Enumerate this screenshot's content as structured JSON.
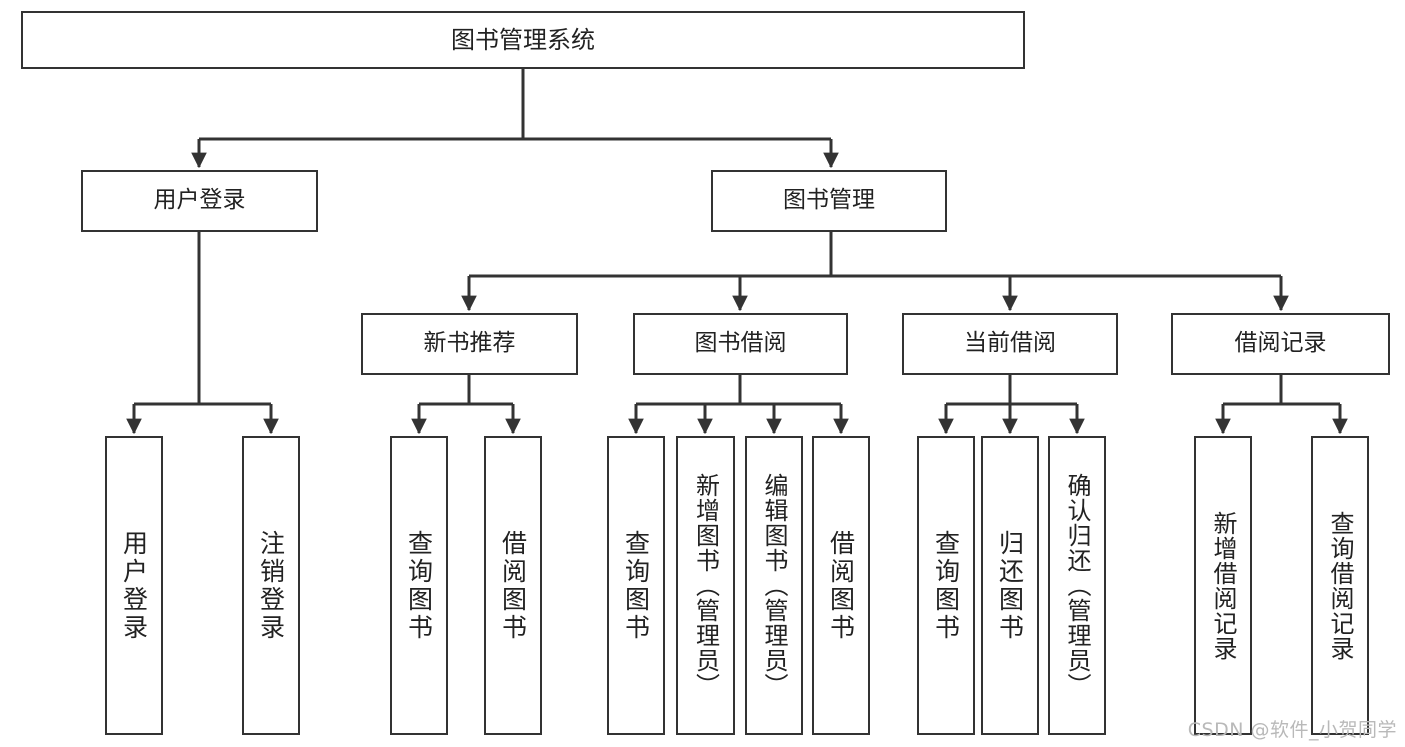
{
  "diagram": {
    "type": "tree-hierarchy",
    "title": "图书管理系统",
    "watermark": "CSDN @软件_小贺同学",
    "colors": {
      "box_border": "#333333",
      "box_fill": "#ffffff",
      "connector": "#333333",
      "text": "#222222",
      "watermark": "#b9b9b9"
    },
    "nodes": {
      "root": "图书管理系统",
      "level2": [
        "用户登录",
        "图书管理"
      ],
      "level3": [
        "新书推荐",
        "图书借阅",
        "当前借阅",
        "借阅记录"
      ],
      "leaves": {
        "user_login": [
          "用户登录",
          "注销登录"
        ],
        "new_book": [
          "查询图书",
          "借阅图书"
        ],
        "book_borrow": [
          "查询图书",
          "新增图书（管理员）",
          "编辑图书（管理员）",
          "借阅图书"
        ],
        "current_borrow": [
          "查询图书",
          "归还图书",
          "确认归还（管理员）"
        ],
        "borrow_record": [
          "新增借阅记录",
          "查询借阅记录"
        ]
      }
    },
    "edges": [
      {
        "from": "图书管理系统",
        "to": "用户登录"
      },
      {
        "from": "图书管理系统",
        "to": "图书管理"
      },
      {
        "from": "用户登录",
        "to": "用户登录"
      },
      {
        "from": "用户登录",
        "to": "注销登录"
      },
      {
        "from": "图书管理",
        "to": "新书推荐"
      },
      {
        "from": "图书管理",
        "to": "图书借阅"
      },
      {
        "from": "图书管理",
        "to": "当前借阅"
      },
      {
        "from": "图书管理",
        "to": "借阅记录"
      },
      {
        "from": "新书推荐",
        "to": "查询图书"
      },
      {
        "from": "新书推荐",
        "to": "借阅图书"
      },
      {
        "from": "图书借阅",
        "to": "查询图书"
      },
      {
        "from": "图书借阅",
        "to": "新增图书（管理员）"
      },
      {
        "from": "图书借阅",
        "to": "编辑图书（管理员）"
      },
      {
        "from": "图书借阅",
        "to": "借阅图书"
      },
      {
        "from": "当前借阅",
        "to": "查询图书"
      },
      {
        "from": "当前借阅",
        "to": "归还图书"
      },
      {
        "from": "当前借阅",
        "to": "确认归还（管理员）"
      },
      {
        "from": "借阅记录",
        "to": "新增借阅记录"
      },
      {
        "from": "借阅记录",
        "to": "查询借阅记录"
      }
    ]
  }
}
